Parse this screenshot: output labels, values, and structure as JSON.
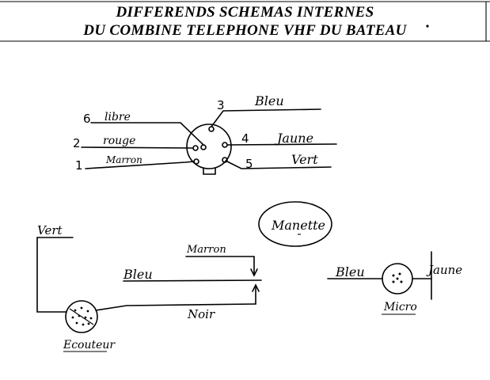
{
  "title": {
    "line1": "DIFFERENDS SCHEMAS INTERNES",
    "line2": "DU COMBINE TELEPHONE VHF DU BATEAU"
  },
  "connector": {
    "pins": [
      {
        "number": "6",
        "label": "libre"
      },
      {
        "number": "2",
        "label": "rouge"
      },
      {
        "number": "1",
        "label": "Marron"
      },
      {
        "number": "3",
        "label": "Bleu"
      },
      {
        "number": "4",
        "label": "Jaune"
      },
      {
        "number": "5",
        "label": "Vert"
      }
    ]
  },
  "manette": {
    "label": "Manette"
  },
  "ecouteur": {
    "label": "Ecouteur",
    "wires": {
      "vert": "Vert",
      "marron": "Marron",
      "bleu": "Bleu",
      "noir": "Noir"
    }
  },
  "micro": {
    "label": "Micro",
    "wires": {
      "bleu": "Bleu",
      "jaune": "Jaune"
    }
  }
}
